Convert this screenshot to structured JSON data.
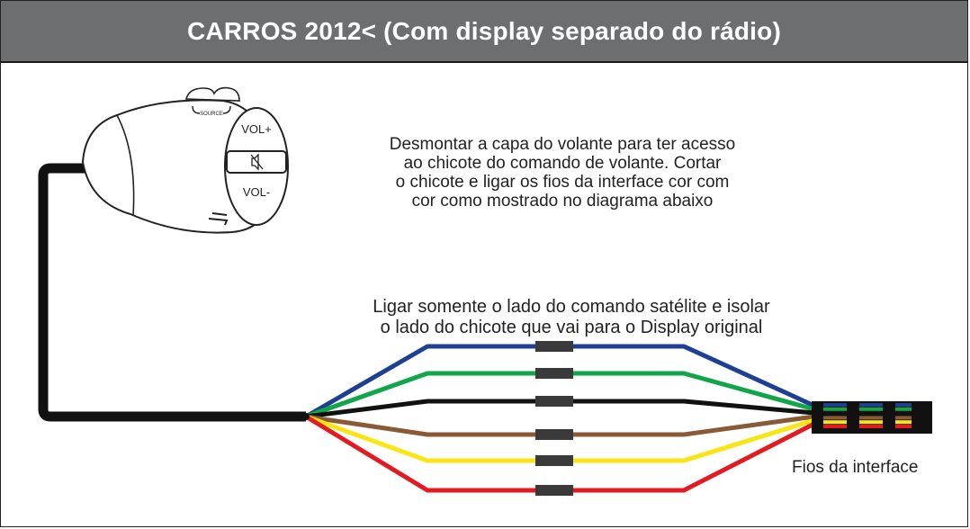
{
  "header": {
    "title": "CARROS 2012< (Com display separado do rádio)"
  },
  "instructions": {
    "lines": [
      "Desmontar a capa do volante para ter acesso",
      "ao chicote do comando de volante. Cortar",
      "o chicote e ligar os fios da interface cor com",
      "cor como mostrado no diagrama abaixo"
    ]
  },
  "note": {
    "lines": [
      "Ligar somente o lado do comando satélite e isolar",
      "o lado do chicote que vai para o Display original"
    ]
  },
  "control": {
    "source_label": "SOURCE",
    "vol_up_label": "VOL+",
    "vol_down_label": "VOL-",
    "mute_icon": "mute-icon",
    "skip_icon": "seek-icon"
  },
  "interface_label": "Fios da interface",
  "wires": [
    {
      "name": "blue",
      "color": "#1f3f93"
    },
    {
      "name": "green",
      "color": "#11a64a"
    },
    {
      "name": "black",
      "color": "#111111"
    },
    {
      "name": "brown",
      "color": "#8a5a37"
    },
    {
      "name": "yellow",
      "color": "#f7e613"
    },
    {
      "name": "red",
      "color": "#e21b22"
    }
  ],
  "colors": {
    "header_bg": "#6d6e70",
    "cable": "#111111",
    "connector": "#111111"
  }
}
